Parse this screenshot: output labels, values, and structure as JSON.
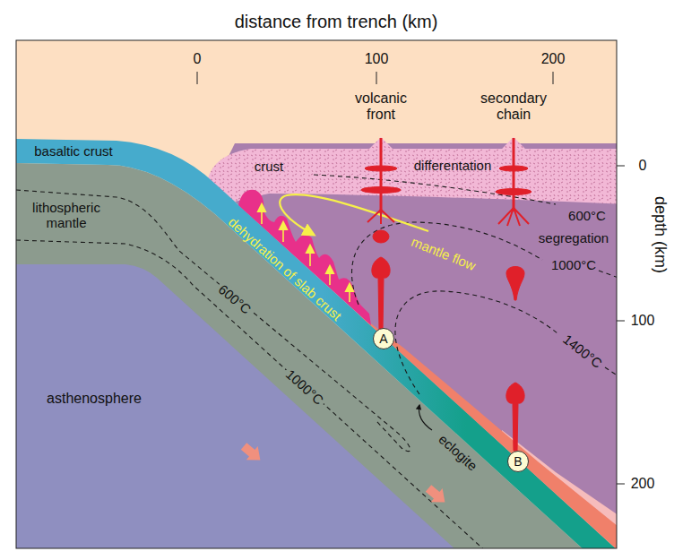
{
  "diagram": {
    "nodes": [
      {
        "text": [
          "A"
        ]
      },
      {
        "text": [
          "B"
        ]
      }
    ],
    "labels": [
      "distance from trench (km)",
      "0",
      "100",
      "200",
      "volcanic front",
      "secondary chain",
      "0",
      "depth (km)",
      "100",
      "200",
      "basaltic crust",
      "crust",
      "differentation",
      "lithospheric mantle",
      "600°C",
      "segregation",
      "1000°C",
      "mantle flow",
      "dehydration of slab crust",
      "600°C",
      "1400°C",
      "1000°C",
      "asthenosphere",
      "eclogite"
    ]
  }
}
